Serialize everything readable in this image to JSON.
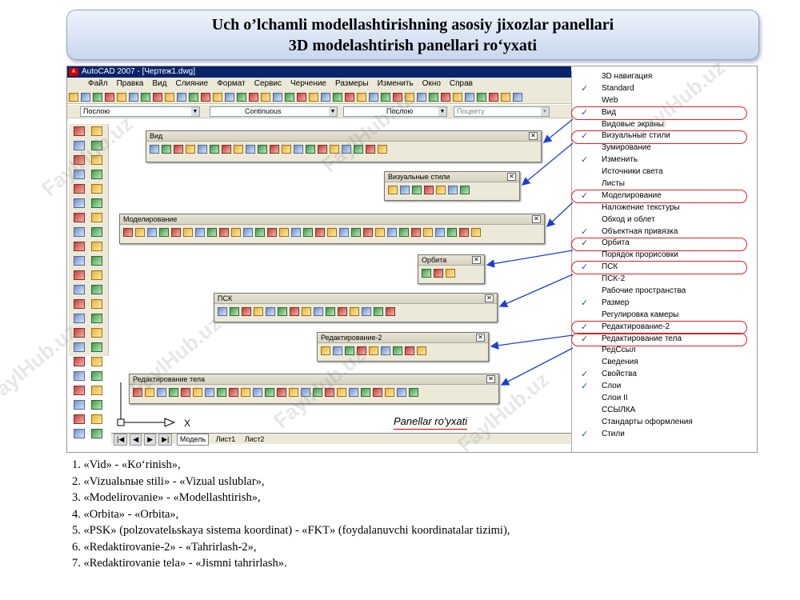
{
  "title": {
    "line1": "Uch o’lchamli modellashtirishning asosiy jixozlar panellari",
    "line2": "3D modelashtirish panellari ro‘yxati"
  },
  "app": {
    "window_title": "AutoCAD 2007 - [Чертеж1.dwg]",
    "menu": [
      "Файл",
      "Правка",
      "Вид",
      "Слияние",
      "Формат",
      "Сервис",
      "Черчение",
      "Размеры",
      "Изменить",
      "Окно",
      "Справ"
    ],
    "layer": "Послою",
    "linetype": "Continuous",
    "lineweight": "Послою",
    "plotstyle": "Поцвету"
  },
  "panels": {
    "vid": "Вид",
    "vizual": "Визуальные стили",
    "model": "Моделирование",
    "orbita": "Орбита",
    "psk": "ПСК",
    "redakt2": "Редактирование-2",
    "redakt_tela": "Редактирование тела"
  },
  "tabs": [
    "Модель",
    "Лист1",
    "Лист2"
  ],
  "panel_list_label": "Panellar ro'yxati",
  "menu_items": [
    {
      "label": "3D навигация",
      "checked": false,
      "circled": false
    },
    {
      "label": "Standard",
      "checked": true,
      "circled": false
    },
    {
      "label": "Web",
      "checked": false,
      "circled": false
    },
    {
      "label": "Вид",
      "checked": true,
      "circled": true
    },
    {
      "label": "Видовые экраны",
      "checked": false,
      "circled": false
    },
    {
      "label": "Визуальные стили",
      "checked": true,
      "circled": true
    },
    {
      "label": "Зумирование",
      "checked": false,
      "circled": false
    },
    {
      "label": "Изменить",
      "checked": true,
      "circled": false
    },
    {
      "label": "Источники света",
      "checked": false,
      "circled": false
    },
    {
      "label": "Листы",
      "checked": false,
      "circled": false
    },
    {
      "label": "Моделирование",
      "checked": true,
      "circled": true
    },
    {
      "label": "Наложение текстуры",
      "checked": false,
      "circled": false
    },
    {
      "label": "Обход и облет",
      "checked": false,
      "circled": false
    },
    {
      "label": "Объектная привязка",
      "checked": true,
      "circled": false
    },
    {
      "label": "Орбита",
      "checked": true,
      "circled": true
    },
    {
      "label": "Порядок прорисовки",
      "checked": false,
      "circled": false
    },
    {
      "label": "ПСК",
      "checked": true,
      "circled": true
    },
    {
      "label": "ПСК-2",
      "checked": false,
      "circled": false
    },
    {
      "label": "Рабочие пространства",
      "checked": false,
      "circled": false
    },
    {
      "label": "Размер",
      "checked": true,
      "circled": false
    },
    {
      "label": "Регулировка камеры",
      "checked": false,
      "circled": false
    },
    {
      "label": "Редактирование-2",
      "checked": true,
      "circled": true
    },
    {
      "label": "Редактирование тела",
      "checked": true,
      "circled": true
    },
    {
      "label": "РедСсыл",
      "checked": false,
      "circled": false
    },
    {
      "label": "Сведения",
      "checked": false,
      "circled": false
    },
    {
      "label": "Свойства",
      "checked": true,
      "circled": false
    },
    {
      "label": "Слои",
      "checked": true,
      "circled": false
    },
    {
      "label": "Слои II",
      "checked": false,
      "circled": false
    },
    {
      "label": "ССЫЛКА",
      "checked": false,
      "circled": false
    },
    {
      "label": "Стандарты оформления",
      "checked": false,
      "circled": false
    },
    {
      "label": "Стили",
      "checked": true,
      "circled": false
    }
  ],
  "list": [
    "1. «Vid» - «Ko‘rinish»,",
    "2. «Vizualьnыe stili» - «Vizual uslublar»,",
    "3. «Modelirovanie» - «Modellashtirish»,",
    "4. «Orbita» - «Orbita»,",
    "5. «PSK» (polzovatelьskaya sistema koordinat) - «FKT» (foydalanuvchi koordinatalar tizimi),",
    "6. «Redaktirovanie-2» - «Tahrirlash-2»,",
    "7. «Redaktirovanie tela» - «Jismni tahrirlash»."
  ],
  "watermark": "FaylHub.uz",
  "colors": {
    "oval": "#dd2222",
    "arrow": "#1a3fd6",
    "check": "#2a4ea0"
  }
}
